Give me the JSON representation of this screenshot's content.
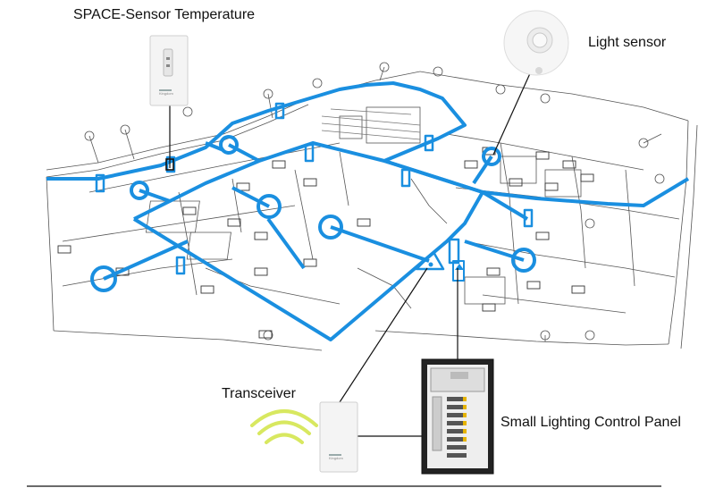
{
  "labels": {
    "space_sensor": "SPACE-Sensor Temperature",
    "light_sensor": "Light sensor",
    "transceiver": "Transceiver",
    "control_panel": "Small Lighting Control Panel"
  },
  "device_brand": "Kingdom",
  "colors": {
    "network": "#1a8fe0",
    "floorplan": "#555555",
    "callout": "#111111",
    "wireless_waves": "#d8e860"
  },
  "icons": {
    "space_sensor": "wall-sensor-icon",
    "light_sensor": "ceiling-light-sensor-icon",
    "transceiver": "transceiver-icon",
    "control_panel": "lighting-panel-icon",
    "wireless": "wireless-signal-icon"
  }
}
